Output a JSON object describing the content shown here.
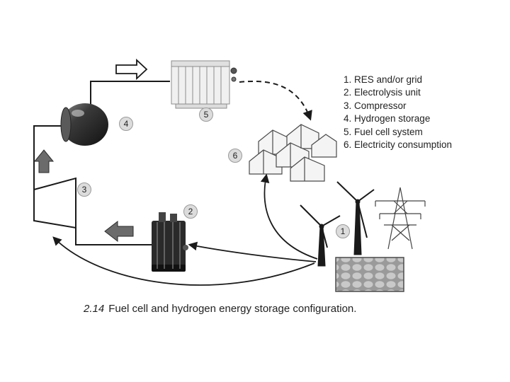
{
  "legend": [
    "1. RES and/or grid",
    "2. Electrolysis unit",
    "3. Compressor",
    "4. Hydrogen storage",
    "5. Fuel cell system",
    "6. Electricity consumption"
  ],
  "markers": [
    "1",
    "2",
    "3",
    "4",
    "5",
    "6"
  ],
  "caption": {
    "number": "2.14",
    "text": "Fuel cell and hydrogen energy storage configuration."
  },
  "colors": {
    "line": "#1a1a1a",
    "arrow_fill": "#6b6b6b",
    "badge": "#dcdcdc"
  }
}
